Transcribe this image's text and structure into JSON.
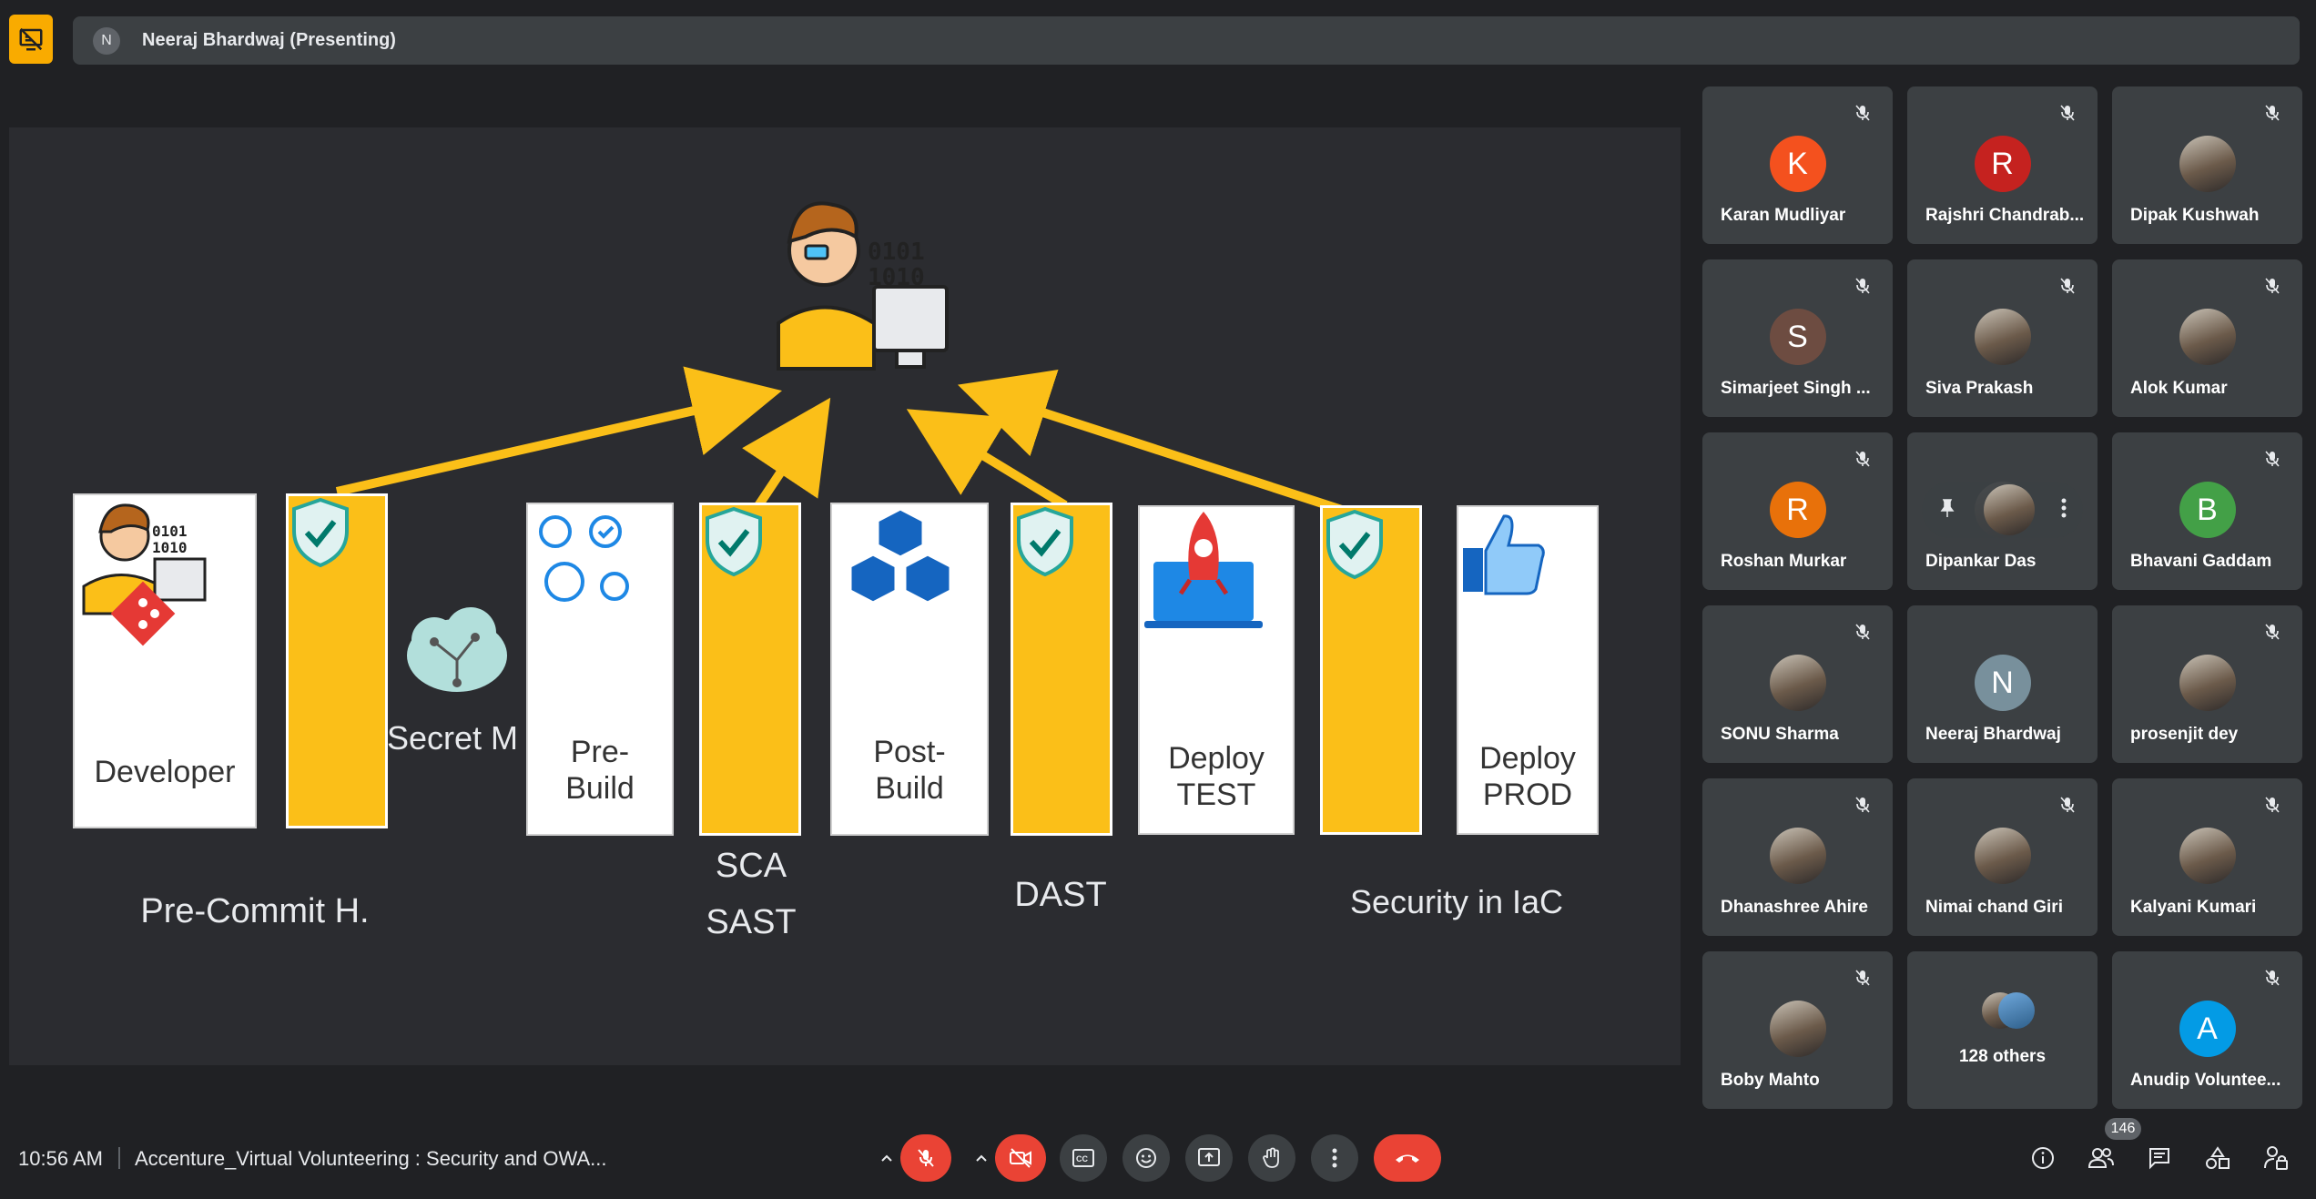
{
  "presenter": {
    "initial": "N",
    "name": "Neeraj Bhardwaj (Presenting)"
  },
  "slide": {
    "cards": {
      "developer": "Developer",
      "secret": "Secret M",
      "prebuild": "Pre-\nBuild",
      "postbuild": "Post-\nBuild",
      "deploy_test": "Deploy\nTEST",
      "deploy_prod": "Deploy\nPROD"
    },
    "labels": {
      "precommit": "Pre-Commit H.",
      "sca_sast": "SCA\nSAST",
      "dast": "DAST",
      "iac": "Security in IaC"
    }
  },
  "participants": [
    {
      "name": "Karan Mudliyar",
      "initial": "K",
      "color": "#f4511e"
    },
    {
      "name": "Rajshri Chandrab...",
      "initial": "R",
      "color": "#c5221f"
    },
    {
      "name": "Dipak Kushwah",
      "initial": "",
      "color": ""
    },
    {
      "name": "Simarjeet Singh ...",
      "initial": "S",
      "color": "#6d4c41"
    },
    {
      "name": "Siva Prakash",
      "initial": "",
      "color": ""
    },
    {
      "name": "Alok Kumar",
      "initial": "",
      "color": ""
    },
    {
      "name": "Roshan Murkar",
      "initial": "R",
      "color": "#e8710a"
    },
    {
      "name": "Dipankar Das",
      "initial": "",
      "color": ""
    },
    {
      "name": "Bhavani Gaddam",
      "initial": "B",
      "color": "#43a047"
    },
    {
      "name": "SONU Sharma",
      "initial": "",
      "color": ""
    },
    {
      "name": "Neeraj Bhardwaj",
      "initial": "N",
      "color": "#78909c"
    },
    {
      "name": "prosenjit dey",
      "initial": "",
      "color": ""
    },
    {
      "name": "Dhanashree Ahire",
      "initial": "",
      "color": ""
    },
    {
      "name": "Nimai chand Giri",
      "initial": "",
      "color": ""
    },
    {
      "name": "Kalyani Kumari",
      "initial": "",
      "color": ""
    },
    {
      "name": "Boby Mahto",
      "initial": "",
      "color": ""
    },
    {
      "name": "128 others",
      "initial": "",
      "color": ""
    },
    {
      "name": "Anudip Voluntee...",
      "initial": "A",
      "color": "#039be5"
    }
  ],
  "footer": {
    "time": "10:56 AM",
    "meeting_title": "Accenture_Virtual Volunteering : Security and OWA...",
    "people_count": "146"
  },
  "colors": {
    "accent_yellow": "#fbbf18",
    "end_call_red": "#ea4335",
    "tile_bg": "#3c4043"
  }
}
